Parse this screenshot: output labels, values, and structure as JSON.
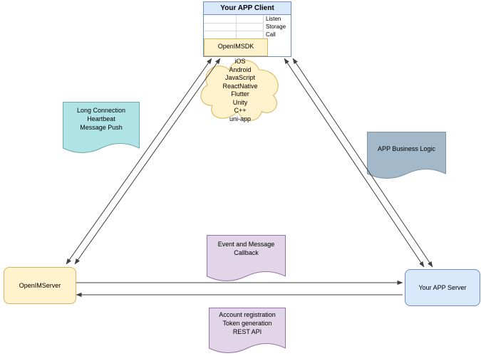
{
  "client": {
    "title": "Your APP Client",
    "rows": [
      "Listen",
      "Storage",
      "Call"
    ],
    "sdk_label": "OpenIMSDK"
  },
  "cloud": {
    "platforms": [
      "iOS",
      "Android",
      "JavaScript",
      "ReactNative",
      "Flutter",
      "Unity",
      "C++",
      "uni-app"
    ]
  },
  "notes": {
    "left": {
      "lines": [
        "Long Connection",
        "Heartbeat",
        "Message Push"
      ]
    },
    "right": {
      "lines": [
        "APP Business Logic"
      ]
    },
    "center": {
      "lines": [
        "Event and Message",
        "Callback"
      ]
    },
    "bottom": {
      "lines": [
        "Account registration",
        "Token generation",
        "REST API"
      ]
    }
  },
  "servers": {
    "openim": "OpenIMServer",
    "app": "Your APP Server"
  },
  "colors": {
    "client_header_fill": "#dae8fc",
    "client_border": "#6c8ebf",
    "sdk_fill": "#fff2cc",
    "sdk_border": "#d6b656",
    "cloud_fill": "#fff2cc",
    "cloud_stroke": "#d6b656",
    "note_teal_fill": "#b0e3e6",
    "note_teal_stroke": "#6fa8ac",
    "note_steel_fill": "#a3b9c9",
    "note_steel_stroke": "#7e93a3",
    "note_purple_fill": "#e1d5e7",
    "note_purple_stroke": "#9673a6",
    "openim_fill": "#fff2cc",
    "openim_stroke": "#d6b656",
    "appserver_fill": "#dae8fc",
    "appserver_stroke": "#6c8ebf",
    "edge_stroke": "#3f3f3f"
  }
}
